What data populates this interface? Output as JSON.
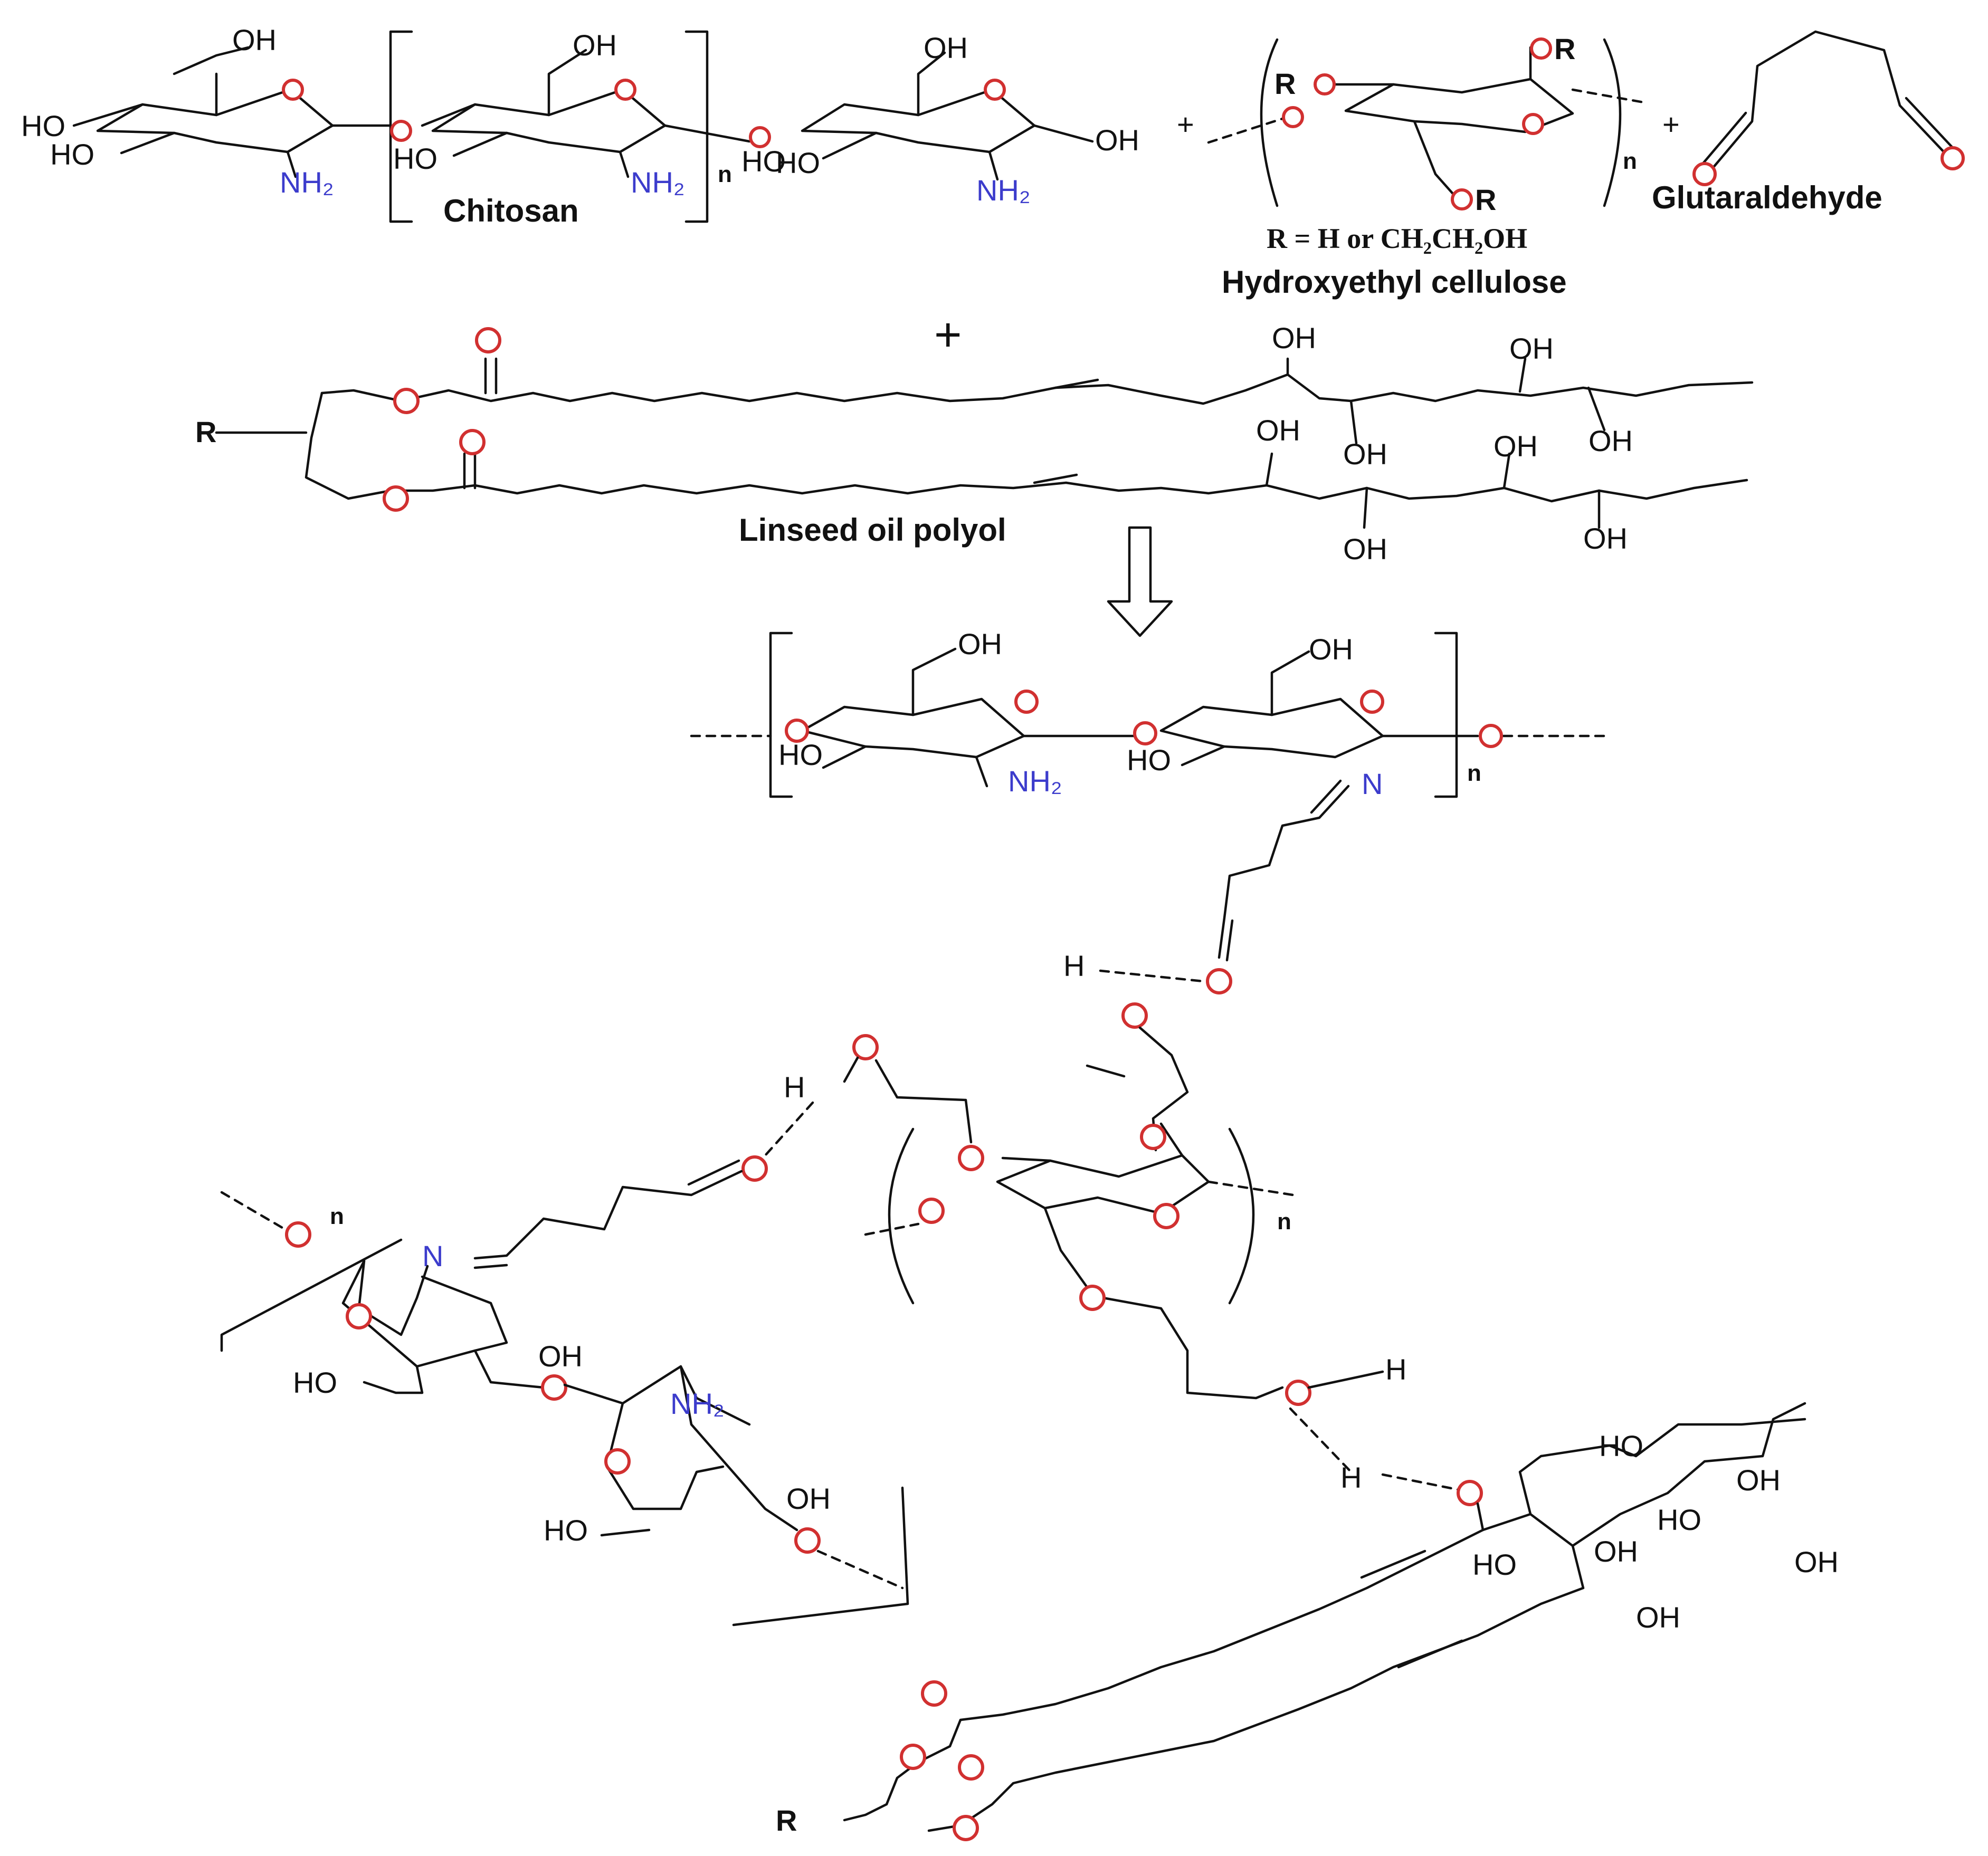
{
  "labels": {
    "chitosan": "Chitosan",
    "hec": "Hydroxyethyl cellulose",
    "glutaraldehyde": "Glutaraldehyde",
    "linseed": "Linseed oil polyol",
    "r_def": "R = H or CH₂CH₂OH"
  },
  "atoms": {
    "oh": "OH",
    "ho": "HO",
    "nh2": "NH₂",
    "n": "N",
    "h": "H",
    "r": "R",
    "or": "OR",
    "repeat": "n"
  },
  "symbols": {
    "plus": "+"
  },
  "colors": {
    "oxygen": "#d13030",
    "nitrogen": "#3c3ccc",
    "bond": "#111111"
  }
}
